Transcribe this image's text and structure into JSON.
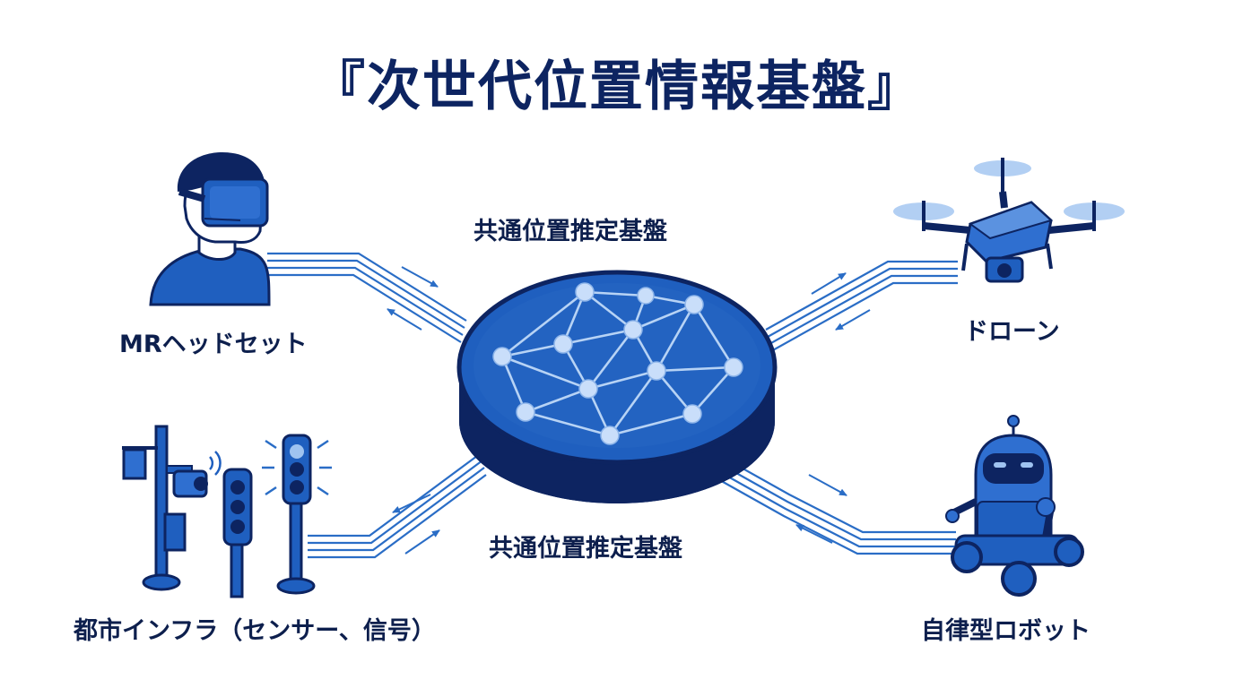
{
  "title": "『次世代位置情報基盤』",
  "hub": {
    "label_top": "共通位置推定基盤",
    "label_bottom": "共通位置推定基盤"
  },
  "nodes": {
    "mr_headset": "MRヘッドセット",
    "drone": "ドローン",
    "city_infra": "都市インフラ（センサー、信号）",
    "robot": "自律型ロボット"
  },
  "colors": {
    "navy": "#0d2461",
    "blue": "#1f5fbf",
    "mid_blue": "#2f6fd0",
    "light_blue": "#9fc3f0",
    "line": "#2a6dc6"
  }
}
